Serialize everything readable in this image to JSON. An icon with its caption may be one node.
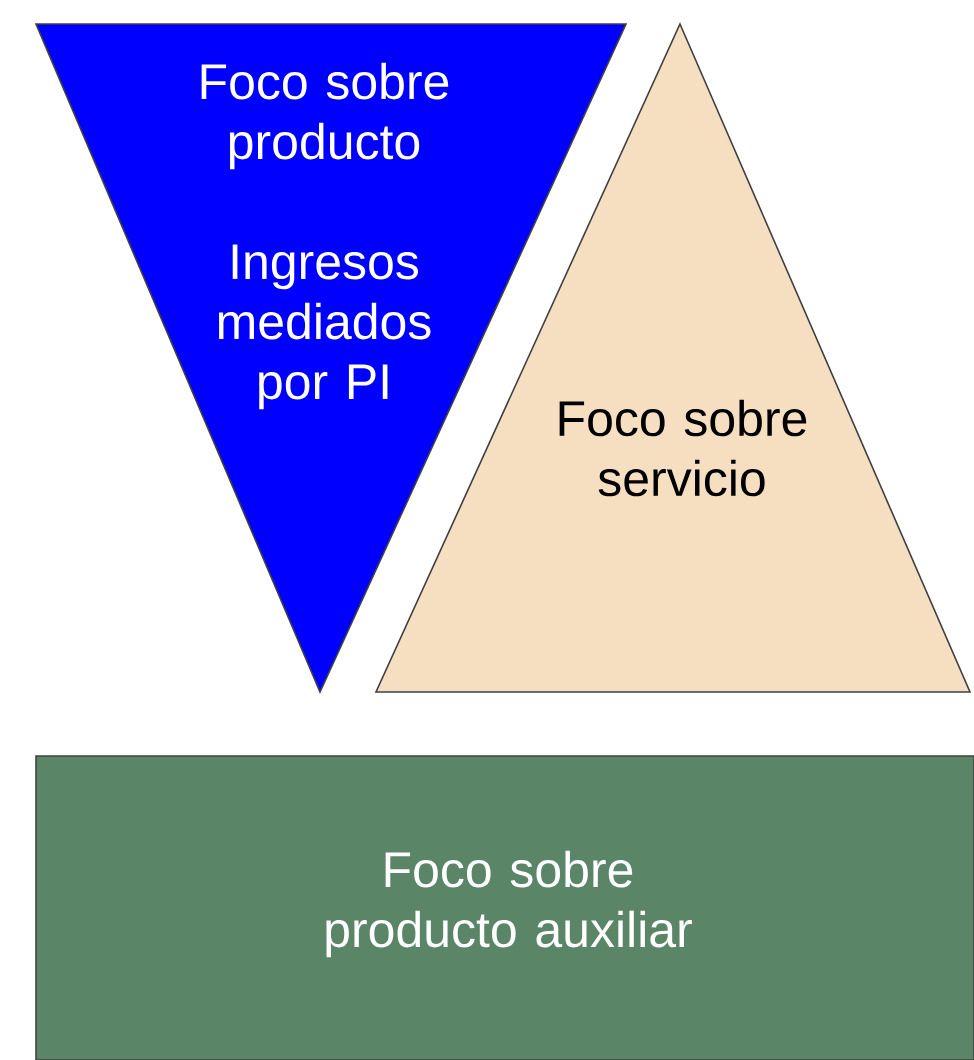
{
  "diagram": {
    "nodes": [
      {
        "text": [
          "Foco sobre producto",
          "Ingresos mediados por PI"
        ]
      },
      {
        "text": [
          "Foco sobre servicio"
        ]
      },
      {
        "text": [
          "Foco sobre producto auxiliar"
        ]
      }
    ]
  }
}
